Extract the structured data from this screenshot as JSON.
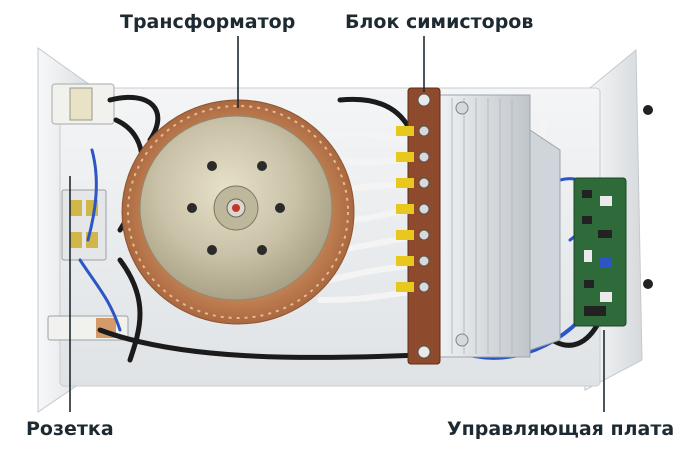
{
  "labels": {
    "transformer": "Трансформатор",
    "triac_block": "Блок симисторов",
    "socket": "Розетка",
    "control_board": "Управляющая плата"
  },
  "colors": {
    "label_text": "#1e2a32",
    "leader_line": "#1e2a32",
    "chassis": "#e9ecef",
    "transformer_copper": "#c98a5a",
    "transformer_plate": "#c9c2a8",
    "triac_bar": "#8e4a2c",
    "heatsink": "#d8dde1",
    "circuit_board": "#2f6b3a"
  }
}
